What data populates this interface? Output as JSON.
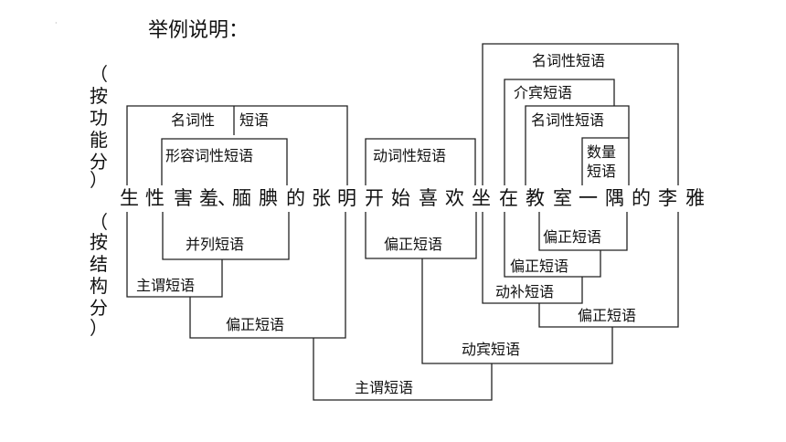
{
  "title": "举例说明：",
  "side_labels": {
    "top": [
      "（",
      "按",
      "功",
      "能",
      "分",
      "）"
    ],
    "bottom": [
      "（",
      "按",
      "结",
      "构",
      "分",
      "）"
    ]
  },
  "sentence": [
    "生",
    "性",
    "害",
    "羞",
    "、",
    "腼",
    "腆",
    "的",
    "张",
    "明",
    "开",
    "始",
    "喜",
    "欢",
    "坐",
    "在",
    "教",
    "室",
    "一",
    "隅",
    "的",
    "李",
    "雅"
  ],
  "labels": {
    "top_noun_left": "名词性",
    "top_noun_right": "短语",
    "adj": "形容词性短语",
    "verb": "动词性短语",
    "noun_outer": "名词性短语",
    "prep_obj": "介宾短语",
    "noun_inner": "名词性短语",
    "quant_line1": "数量",
    "quant_line2": "短语",
    "coord": "并列短语",
    "subj_pred_small": "主谓短语",
    "mod_head_left": "偏正短语",
    "mod_head_mid": "偏正短语",
    "mod_head_r1": "偏正短语",
    "mod_head_r2": "偏正短语",
    "verb_comp": "动补短语",
    "mod_head_r3": "偏正短语",
    "verb_obj": "动宾短语",
    "subj_pred_main": "主谓短语"
  }
}
